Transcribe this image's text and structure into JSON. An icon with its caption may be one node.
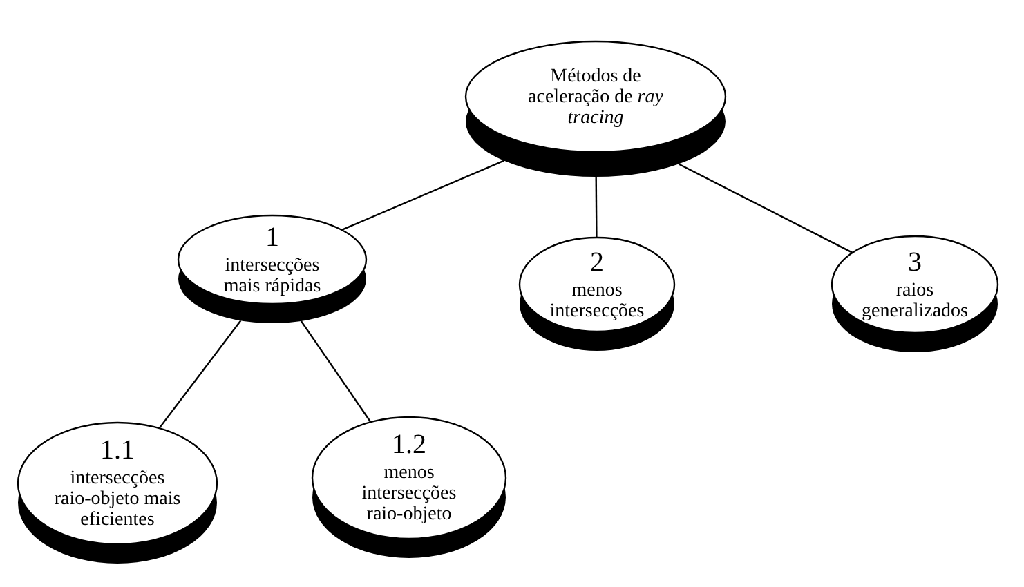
{
  "diagram": {
    "nodes": [
      {
        "text": [
          "Métodos de aceleração de *ray tracing*"
        ]
      },
      {
        "text": [
          "1",
          "intersecções mais rápidas"
        ]
      },
      {
        "text": [
          "2",
          "menos intersecções"
        ]
      },
      {
        "text": [
          "3",
          "raios generalizados"
        ]
      },
      {
        "text": [
          "1.1",
          "intersecções raio-objeto mais eficientes"
        ]
      },
      {
        "text": [
          "1.2",
          "menos intersecções raio-objeto"
        ]
      }
    ],
    "edges": [
      {
        "from": 0,
        "to": 1,
        "arrow": "none"
      },
      {
        "from": 0,
        "to": 2,
        "arrow": "none"
      },
      {
        "from": 0,
        "to": 3,
        "arrow": "none"
      },
      {
        "from": 1,
        "to": 4,
        "arrow": "none"
      },
      {
        "from": 1,
        "to": 5,
        "arrow": "none"
      }
    ]
  }
}
